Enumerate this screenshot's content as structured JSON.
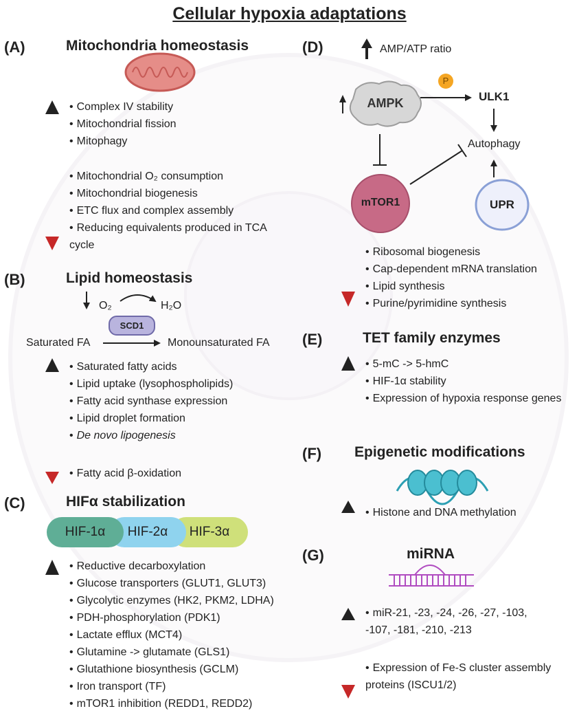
{
  "title": "Cellular hypoxia adaptations",
  "colors": {
    "up_arrow": "#222222",
    "down_arrow": "#c62828",
    "hif1": "#5fae96",
    "hif2": "#8fd3ee",
    "hif3": "#cfe07a",
    "mtor1": "#c76a86",
    "scd1": "#b9b4de"
  },
  "panel_a": {
    "letter": "(A)",
    "heading": "Mitochondria homeostasis",
    "up": [
      "Complex IV stability",
      "Mitochondrial fission",
      "Mitophagy"
    ],
    "down": [
      "Mitochondrial O₂ consumption",
      "Mitochondrial biogenesis",
      "ETC flux and complex assembly",
      "Reducing equivalents produced in TCA cycle"
    ]
  },
  "panel_b": {
    "letter": "(B)",
    "heading": "Lipid homeostasis",
    "o2": "O₂",
    "h2o": "H₂O",
    "enzyme": "SCD1",
    "substrate": "Saturated FA",
    "product": "Monounsaturated FA",
    "up": [
      "Saturated fatty acids",
      "Lipid uptake (lysophospholipids)",
      "Fatty acid synthase expression",
      "Lipid droplet formation",
      "De novo lipogenesis"
    ],
    "down": [
      "Fatty acid β-oxidation"
    ]
  },
  "panel_c": {
    "letter": "(C)",
    "heading": "HIFα stabilization",
    "hifs": [
      "HIF-1α",
      "HIF-2α",
      "HIF-3α"
    ],
    "up": [
      "Reductive decarboxylation",
      "Glucose transporters (GLUT1, GLUT3)",
      "Glycolytic enzymes (HK2, PKM2, LDHA)",
      "PDH-phosphorylation (PDK1)",
      "Lactate efflux (MCT4)",
      "Glutamine -> glutamate (GLS1)",
      "Glutathione biosynthesis (GCLM)",
      "Iron transport (TF)",
      "mTOR1 inhibition (REDD1, REDD2)"
    ]
  },
  "panel_d": {
    "letter": "(D)",
    "amp_ratio": "AMP/ATP ratio",
    "ampk": "AMPK",
    "p": "P",
    "ulk1": "ULK1",
    "autophagy": "Autophagy",
    "mtor1": "mTOR1",
    "upr": "UPR",
    "down": [
      "Ribosomal biogenesis",
      "Cap-dependent mRNA translation",
      "Lipid synthesis",
      "Purine/pyrimidine synthesis"
    ]
  },
  "panel_e": {
    "letter": "(E)",
    "heading": "TET family enzymes",
    "up": [
      "5-mC -> 5-hmC",
      "HIF-1α stability",
      "Expression of hypoxia response genes"
    ]
  },
  "panel_f": {
    "letter": "(F)",
    "heading": "Epigenetic modifications",
    "up": [
      "Histone and DNA methylation"
    ]
  },
  "panel_g": {
    "letter": "(G)",
    "heading": "miRNA",
    "up": [
      "miR-21, -23, -24, -26, -27, -103, -107, -181, -210, -213"
    ],
    "down": [
      "Expression of Fe-S cluster assembly proteins (ISCU1/2)"
    ]
  }
}
